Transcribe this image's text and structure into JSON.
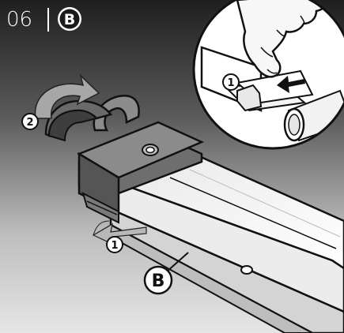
{
  "header": {
    "step_number": "06",
    "part_badge": "B"
  },
  "callouts": {
    "inset_step": "1",
    "rotate_step": "2",
    "pull_step": "1",
    "part_label": "B"
  },
  "colors": {
    "background_dark": "#2b2b2b",
    "background_light": "#d9d9d9",
    "line": "#111111",
    "white": "#ffffff",
    "arrow_gray": "#8a8a8a",
    "clamp_dark": "#5c5c5c",
    "clamp_mid": "#7d7d7d",
    "tube_light": "#f2f2f2",
    "tube_shade": "#cfcfcf"
  },
  "icons": [
    "curved-rotate-arrow-icon",
    "pull-arrow-icon",
    "press-arrow-icon",
    "hand-icon",
    "screw-icon"
  ]
}
